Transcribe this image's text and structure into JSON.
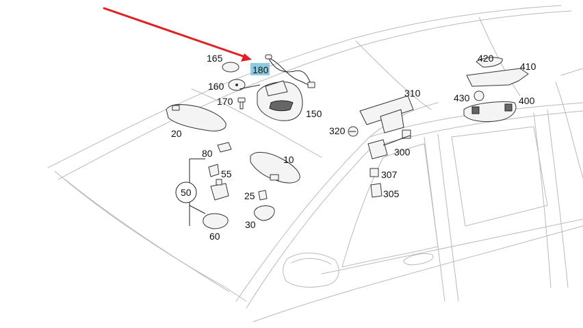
{
  "callouts": [
    {
      "id": "165",
      "label": "165"
    },
    {
      "id": "180",
      "label": "180",
      "highlighted": true
    },
    {
      "id": "160",
      "label": "160"
    },
    {
      "id": "170",
      "label": "170"
    },
    {
      "id": "150",
      "label": "150"
    },
    {
      "id": "20",
      "label": "20"
    },
    {
      "id": "80",
      "label": "80"
    },
    {
      "id": "10",
      "label": "10"
    },
    {
      "id": "55",
      "label": "55"
    },
    {
      "id": "50",
      "label": "50"
    },
    {
      "id": "25",
      "label": "25"
    },
    {
      "id": "30",
      "label": "30"
    },
    {
      "id": "60",
      "label": "60"
    },
    {
      "id": "420",
      "label": "420"
    },
    {
      "id": "410",
      "label": "410"
    },
    {
      "id": "310",
      "label": "310"
    },
    {
      "id": "430",
      "label": "430"
    },
    {
      "id": "400",
      "label": "400"
    },
    {
      "id": "320",
      "label": "320"
    },
    {
      "id": "300",
      "label": "300"
    },
    {
      "id": "307",
      "label": "307"
    },
    {
      "id": "305",
      "label": "305"
    }
  ],
  "colors": {
    "arrow": "#e02020",
    "highlight": "#8ccbe0",
    "outline": "#b9b9b9",
    "ink": "#222222"
  }
}
